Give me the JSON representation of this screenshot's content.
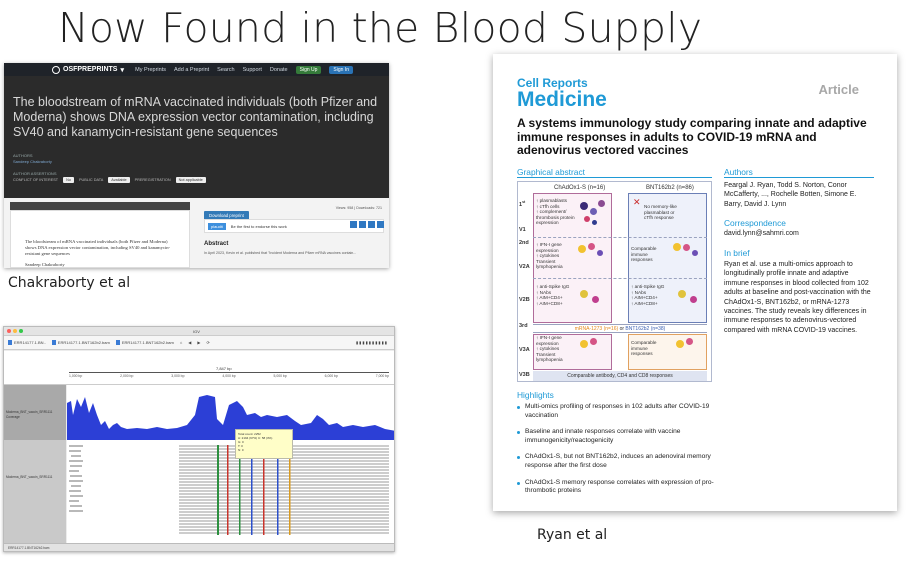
{
  "slide": {
    "title": "Now Found in the Blood Supply",
    "captions": {
      "left": "Chakraborty et al",
      "right": "Ryan et al"
    }
  },
  "osf": {
    "logo": "OSFPREPRINTS",
    "nav_links": [
      "My Preprints",
      "Add a Preprint",
      "Search",
      "Support",
      "Donate"
    ],
    "sign_up": "Sign Up",
    "sign_in": "Sign In",
    "paper_title": "The bloodstream of mRNA vaccinated individuals (both Pfizer and Moderna) shows DNA expression vector contamination, including SV40 and kanamycin-resistant gene sequences",
    "authors_label": "AUTHORS",
    "authors": "Sandeep Chakraborty",
    "assertions_label": "AUTHOR ASSERTIONS",
    "coi_label": "CONFLICT OF INTEREST",
    "coi_value": "No",
    "public_data_label": "PUBLIC DATA",
    "public_data_value": "Available",
    "prereg_label": "PREREGISTRATION",
    "prereg_value": "Not applicable",
    "pdf_page": "1",
    "pdf_text": "The bloodstream of mRNA vaccinated individuals (both Pfizer and Moderna) shows DNA expression vector contamination, including SV40 and kanamycin-resistant gene sequences",
    "pdf_author": "Sandeep Chakraborty",
    "download": "Download preprint",
    "views": "Views: 958 | Downloads: 721",
    "plaudit": "plaudit",
    "endorse": "Be the first to endorse this work",
    "abstract": "Abstract",
    "abstract_text": "In April 2023, Kevin et al. published that \"Incident Moderna and Pfizer mRNA vaccines contain..."
  },
  "igv": {
    "window_title": "IGV",
    "tabs": [
      "ERR14177.1.BN..",
      "ERR14177.1.BNT162b2.bam",
      "ERR14177.1.BNT162b2.bam"
    ],
    "scale": "7,847 bp",
    "ticks": [
      "1,000 bp",
      "2,000 bp",
      "3,000 bp",
      "4,000 bp",
      "5,000 bp",
      "6,000 bp",
      "7,000 bp"
    ],
    "track1": "Moderna_BNT_vaccin_SRR1111 Coverage",
    "track2": "Moderna_BNT_vaccin_SRR1111",
    "popup": [
      "Total count: 2252",
      "A: 2194 (97%) C: 58 (3%)",
      "G: 0",
      "T: 0",
      "N: 0"
    ],
    "status": "ERR14177.1.BNT162b2.bam"
  },
  "article": {
    "journal_line1": "Cell Reports",
    "journal_line2": "Medicine",
    "type": "Article",
    "title": "A systems immunology study comparing innate and adaptive immune responses in adults to COVID-19 mRNA and adenovirus vectored vaccines",
    "graphical_abstract": "Graphical abstract",
    "authors_head": "Authors",
    "authors": "Feargal J. Ryan, Todd S. Norton, Conor McCafferty, ..., Rochelle Botten, Simone E. Barry, David J. Lynn",
    "correspondence_head": "Correspondence",
    "email": "david.lynn@sahmri.com",
    "brief_head": "In brief",
    "brief": "Ryan et al. use a multi-omics approach to longitudinally profile innate and adaptive immune responses in blood collected from 102 adults at baseline and post-vaccination with the ChAdOx1-S, BNT162b2, or mRNA-1273 vaccines. The study reveals key differences in immune responses to adenovirus-vectored compared with mRNA COVID-19 vaccines.",
    "highlights_head": "Highlights",
    "highlights": [
      "Multi-omics profiling of responses in 102 adults after COVID-19 vaccination",
      "Baseline and innate responses correlate with vaccine immunogenicity/reactogenicity",
      "ChAdOx1-S, but not BNT162b2, induces an adenoviral memory response after the first dose",
      "ChAdOx1-S memory response correlates with expression of pro-thrombotic proteins"
    ],
    "ga": {
      "col1": "ChAdOx1-S (n=16)",
      "col2": "BNT162b2 (n=86)",
      "rows": [
        "V1",
        "2nd",
        "V2A",
        "V2B",
        "3rd",
        "V3A",
        "V3B"
      ],
      "v1_left": "↑ plasmablasts\n↑ cTfh cells\n↑ complement/\nthrombosis protein\nexpression",
      "v1_right": "No memory-like\nplasmablast or\ncTfh response",
      "v2a_left": "↑ IFN-I gene\nexpression\n↑ cytokines\nTransient\nlymphopenia",
      "v2a_right": "Comparable\nimmune\nresponses",
      "v2b_left": "↑ anti-Spike IgG\n↑ NAbs\n↑ AIM+CD4+\n↑ AIM+CD8+",
      "v2b_right": "↑ anti-Spike IgG\n↑ NAbs\n↑ AIM+CD4+\n↑ AIM+CD8+",
      "band_a": "mRNA-1273 (n=16)",
      "band_or": "or",
      "band_b": "BNT162b2 (n=38)",
      "v3a_left": "↑ IFN-I gene\nexpression\n↑ cytokines\nTransient\nlymphopenia",
      "v3a_right": "Comparable\nimmune\nresponses",
      "v3b": "Comparable antibody, CD4 and CD8 responses"
    }
  }
}
